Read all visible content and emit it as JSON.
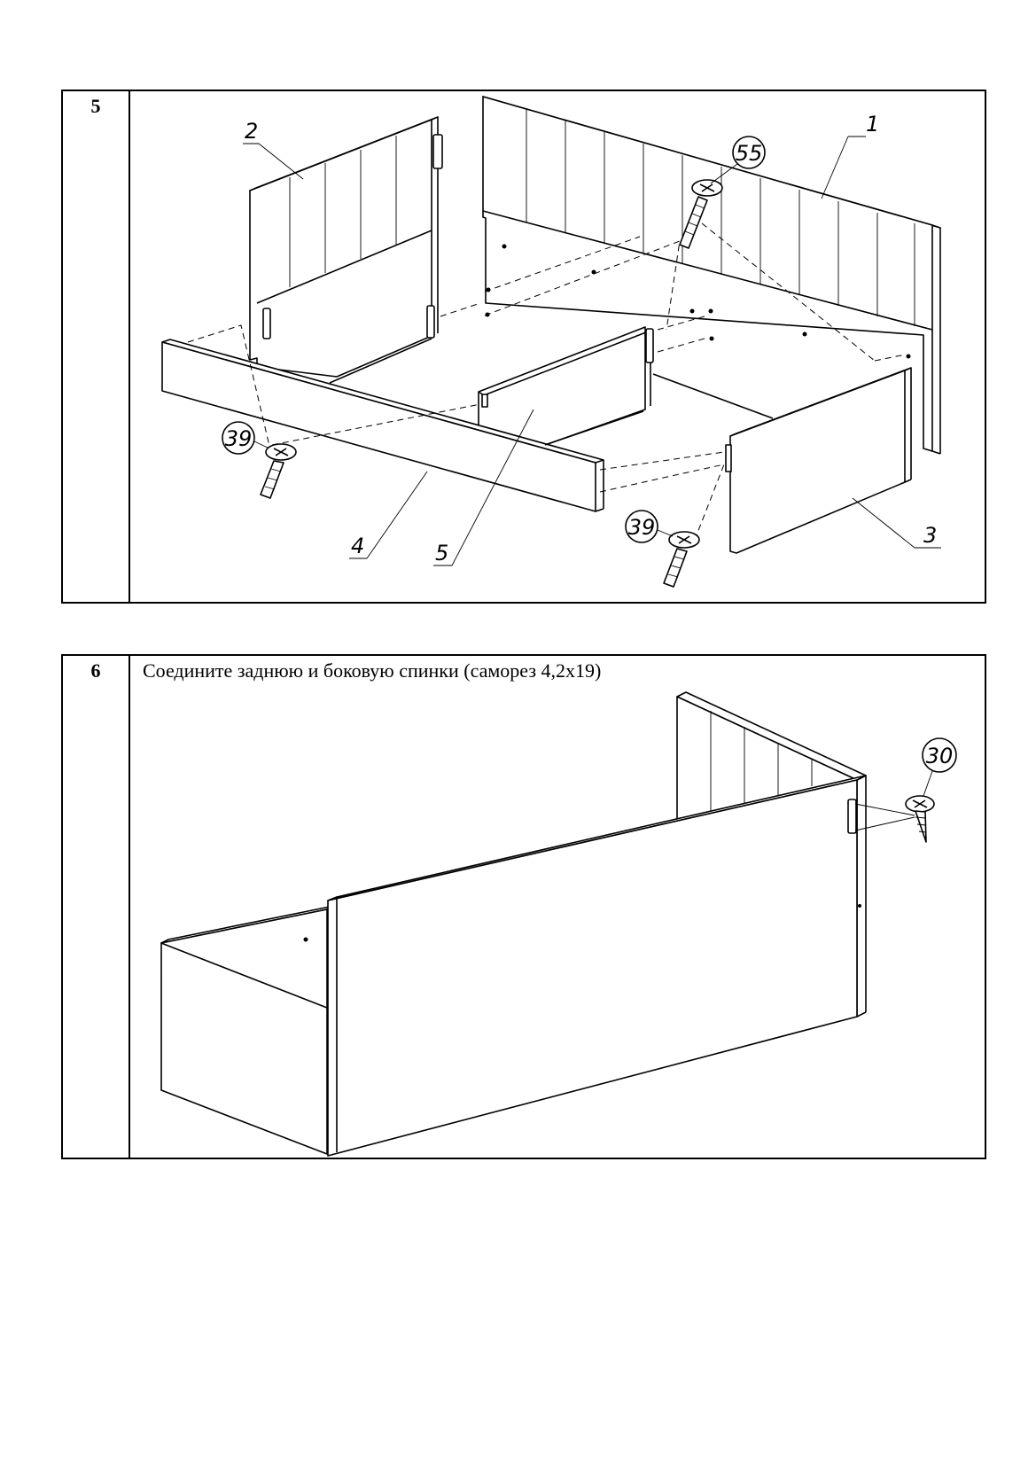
{
  "steps": [
    {
      "number": "5",
      "text": "",
      "part_labels": [
        "1",
        "2",
        "3",
        "4",
        "5"
      ],
      "fastener_callouts": [
        "55",
        "39",
        "39"
      ]
    },
    {
      "number": "6",
      "text": "Соедините заднюю и боковую спинки (саморез 4,2х19)",
      "fastener_callouts": [
        "30"
      ]
    }
  ]
}
